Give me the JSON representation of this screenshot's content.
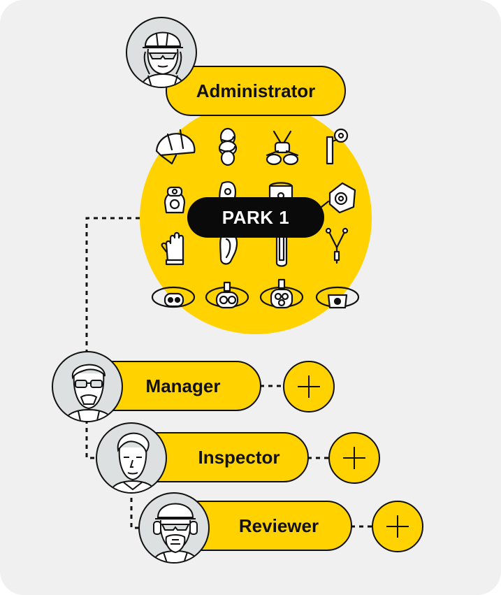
{
  "colors": {
    "accent": "#FFD200",
    "ink": "#111111",
    "background": "#F0F0F0",
    "avatar_bg": "#DDE0E0"
  },
  "park": {
    "label": "PARK 1"
  },
  "roles": [
    {
      "label": "Administrator",
      "avatar": "avatar-administrator",
      "action": null
    },
    {
      "label": "Manager",
      "avatar": "avatar-manager",
      "action": "add-icon"
    },
    {
      "label": "Inspector",
      "avatar": "avatar-inspector",
      "action": "add-icon"
    },
    {
      "label": "Reviewer",
      "avatar": "avatar-reviewer",
      "action": "add-icon"
    }
  ],
  "equipment_icons": [
    "helmet-icon",
    "rope-icon",
    "harness-icon",
    "anchor-icon",
    "pulley-icon",
    "descender-icon",
    "fall-arrester-icon",
    "rope-clamp-icon",
    "glove-icon",
    "carabiner-icon",
    "connector-icon",
    "lanyard-icon",
    "headlamp-icon",
    "headlamp-icon",
    "headlamp-icon",
    "headlamp-icon"
  ]
}
